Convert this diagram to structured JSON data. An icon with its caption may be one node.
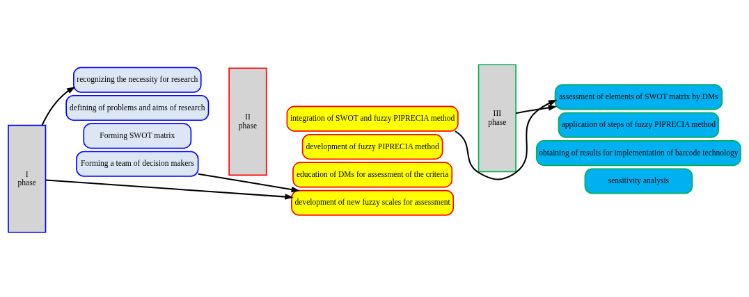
{
  "diagram": {
    "nodes": [
      {
        "text": [
          "I",
          "phase"
        ]
      },
      {
        "text": [
          "recognizing the necessity for research"
        ]
      },
      {
        "text": [
          "defining of problems and aims of research"
        ]
      },
      {
        "text": [
          "Forming SWOT matrix"
        ]
      },
      {
        "text": [
          "Forming a team of decision makers"
        ]
      },
      {
        "text": [
          "II",
          "phase"
        ]
      },
      {
        "text": [
          "integration of SWOT and fuzzy PIPRECIA method"
        ]
      },
      {
        "text": [
          "development of fuzzy PIPRECIA method"
        ]
      },
      {
        "text": [
          "education of DMs for assessment of the criteria"
        ]
      },
      {
        "text": [
          "development of new fuzzy scales for assessment"
        ]
      },
      {
        "text": [
          "III",
          "phase"
        ]
      },
      {
        "text": [
          "assessment of elements of SWOT matrix by DMs"
        ]
      },
      {
        "text": [
          "application of steps of fuzzy PIPRECIA method"
        ]
      },
      {
        "text": [
          "obtaining of results for implementation of barcode technology"
        ]
      },
      {
        "text": [
          "sensitivity analysis"
        ]
      }
    ],
    "edges": [
      {
        "from": 0,
        "to": 1,
        "arrow": "to"
      },
      {
        "from": 0,
        "to": 9,
        "arrow": "to"
      },
      {
        "from": 4,
        "to": 9,
        "arrow": "to"
      },
      {
        "from": 6,
        "to": 11,
        "arrow": "to"
      },
      {
        "from": 10,
        "to": 11,
        "arrow": "to"
      }
    ]
  }
}
